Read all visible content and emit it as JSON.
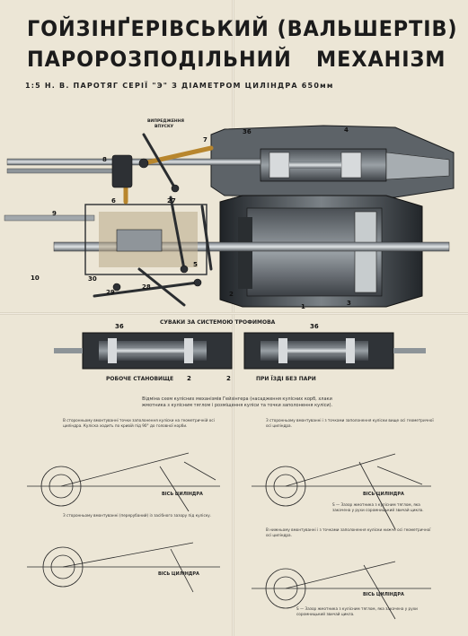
{
  "title": {
    "line1": "ГОЙЗІНҐЕРІВСЬКИЙ (ВАЛЬШЕРТІВ)",
    "line2a": "ПАРОРОЗПОДІЛЬНИЙ",
    "line2b": "МЕХАНІЗМ",
    "subtitle": "1:5  Н. В.  ПАРОТЯГ  СЕРІЇ  \"Э\"  З  ДІАМЕТРОМ   ЦИЛІНДРА  650мм"
  },
  "labels": {
    "vypr": "ВИПРЕДЖЕННЯ",
    "vypr2": "ВПУСКУ",
    "suvaky": "СУВАКИ ЗА СИСТЕМОЮ ТРОФИМОВА",
    "robocha": "РОБОЧЕ СТАНОВИЩЕ",
    "pryizdi": "ПРИ ЇЗДІ БЕЗ ПАРИ",
    "cylinder1": "ВІСЬ ЦИЛІНДРА",
    "cylinder2": "ВІСЬ ЦИЛІНДРА",
    "cylinder3": "ВІСЬ ЦИЛІНДРА",
    "cylinder4": "ВІСЬ ЦИЛІНДРА"
  },
  "numbers": [
    "7",
    "36",
    "4",
    "8",
    "6",
    "27",
    "9",
    "10",
    "30",
    "29",
    "28",
    "5",
    "3",
    "1",
    "2",
    "36",
    "36",
    "2",
    "2"
  ],
  "caption": "Відміна схем кулісних механізмів Гейзінгера (насадження кулісних корб, хлаки жмотника з кулісним тяглом і розміщення куліси та точки заполонення куліси).",
  "notes": {
    "n1": "В сторонньому вмонтуванні точки заполонення куліски на геометричній осі циліндра. Куліска ходить по кривій під 90° до головної корби.",
    "n2": "З сторонньому вмонтуванні і з точками заполонення куліски вище осі геометричної осі циліндра.",
    "n3": "S — Зазор жмотника з кулісним тяглом, яка закачена у рухи соромницький звичай цикла.",
    "n4": "В нижньому вмонтуванні і з точками заполонення куліски нижче осі геометричної осі циліндра.",
    "n5": "S — Зазор жмотника з кулісним тяглом, яка закачена у рухи соромницький звичай цикла.",
    "n6": "З сторонньому вмонтуванні (перерубаний) із засібного зазору під куліску."
  },
  "colors": {
    "paper": "#ece6d6",
    "steel": "#2e3236",
    "steelLight": "#8d9498",
    "brass": "#c89a3c",
    "cylinderGray": "#6e7378",
    "shadow": "#1e2124"
  }
}
